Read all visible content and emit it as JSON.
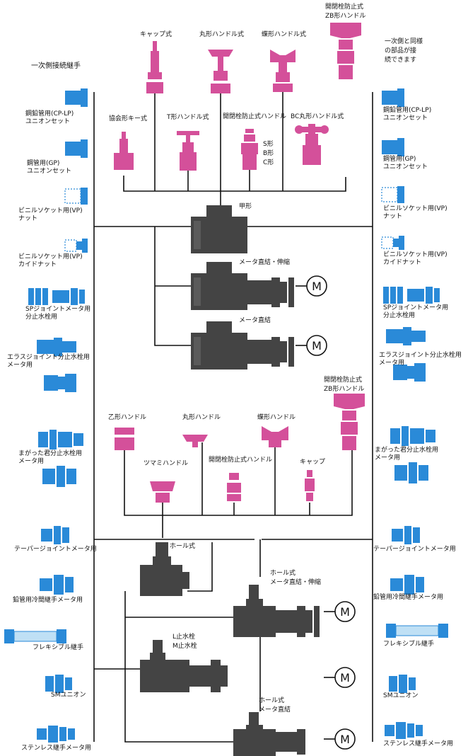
{
  "colors": {
    "blue": "#2a8ad8",
    "pink": "#d4509a",
    "gray": "#444444",
    "line": "#111111"
  },
  "header": {
    "left_title": "一次側接続継手",
    "right_note": "一次側と同様\nの部品が接\n続できます"
  },
  "left_fittings": [
    {
      "label": "鋼鉛管用(CP-LP)\nユニオンセット",
      "icon": "union-set-icon"
    },
    {
      "label": "鋼管用(GP)\nユニオンセット",
      "icon": "union-set-icon"
    },
    {
      "label": "ビニルソケット用(VP)\nナット",
      "icon": "vp-nut-icon"
    },
    {
      "label": "ビニルソケット用(VP)\nカイドナット",
      "icon": "vp-guide-nut-icon"
    },
    {
      "label": "SPジョイントメータ用\n分止水栓用",
      "icon": "sp-joint-icon"
    },
    {
      "label": "エラスジョイント分止水栓用\nメータ用",
      "icon": "elas-joint-icon"
    },
    {
      "label": "まがった君分止水栓用\nメータ用",
      "icon": "magatta-kun-icon"
    },
    {
      "label": "テーパージョイントメータ用",
      "icon": "taper-joint-icon"
    },
    {
      "label": "鉛管用冷間継手メータ用",
      "icon": "lead-pipe-joint-icon"
    },
    {
      "label": "フレキシブル継手",
      "icon": "flexible-joint-icon"
    },
    {
      "label": "SMユニオン",
      "icon": "sm-union-icon"
    },
    {
      "label": "ステンレス継手メータ用",
      "icon": "stainless-joint-icon"
    }
  ],
  "right_fittings": [
    {
      "label": "鋼鉛管用(CP-LP)\nユニオンセット",
      "icon": "union-set-icon"
    },
    {
      "label": "鋼管用(GP)\nユニオンセット",
      "icon": "union-set-icon"
    },
    {
      "label": "ビニルソケット用(VP)\nナット",
      "icon": "vp-nut-icon"
    },
    {
      "label": "ビニルソケット用(VP)\nカイドナット",
      "icon": "vp-guide-nut-icon"
    },
    {
      "label": "SPジョイントメータ用\n分止水栓用",
      "icon": "sp-joint-icon"
    },
    {
      "label": "エラスジョイント分止水栓用\nメータ用",
      "icon": "elas-joint-icon"
    },
    {
      "label": "まがった君分止水栓用\nメータ用",
      "icon": "magatta-kun-icon"
    },
    {
      "label": "テーパージョイントメータ用",
      "icon": "taper-joint-icon"
    },
    {
      "label": "鉛管用冷間継手メータ用",
      "icon": "lead-pipe-joint-icon"
    },
    {
      "label": "フレキシブル継手",
      "icon": "flexible-joint-icon"
    },
    {
      "label": "SMユニオン",
      "icon": "sm-union-icon"
    },
    {
      "label": "ステンレス継手メータ用",
      "icon": "stainless-joint-icon"
    }
  ],
  "top_handles": [
    {
      "label": "キャップ式",
      "icon": "cap-icon"
    },
    {
      "label": "丸形ハンドル式",
      "icon": "round-handle-icon"
    },
    {
      "label": "蝶形ハンドル式",
      "icon": "butterfly-handle-icon"
    },
    {
      "label": "開閉栓防止式\nZB形ハンドル",
      "icon": "zb-handle-icon"
    }
  ],
  "top_handles_row2": [
    {
      "label": "協会形キー式",
      "icon": "key-icon"
    },
    {
      "label": "T形ハンドル式",
      "icon": "t-handle-icon"
    },
    {
      "label": "開閉栓防止式ハンドル",
      "icon": "tamper-proof-handle-icon"
    },
    {
      "label": "BC丸形ハンドル式",
      "icon": "bc-round-handle-icon"
    }
  ],
  "sbc_label": "S形\nB形\nC形",
  "valves_upper": [
    {
      "label": "甲形",
      "icon": "kou-valve-icon"
    },
    {
      "label": "メータ直結・伸縮",
      "icon": "meter-direct-telescopic-valve-icon"
    },
    {
      "label": "メータ直結",
      "icon": "meter-direct-valve-icon"
    }
  ],
  "mid_handles": [
    {
      "label": "乙形ハンドル",
      "icon": "otsu-handle-icon"
    },
    {
      "label": "丸形ハンドル",
      "icon": "round-handle-icon"
    },
    {
      "label": "蝶形ハンドル",
      "icon": "butterfly-handle-icon"
    },
    {
      "label": "開閉栓防止式\nZB形ハンドル",
      "icon": "zb-handle-icon"
    }
  ],
  "mid_handles_row2": [
    {
      "label": "ツマミハンドル",
      "icon": "knob-handle-icon"
    },
    {
      "label": "開閉栓防止式ハンドル",
      "icon": "tamper-proof-handle-icon"
    },
    {
      "label": "キャップ",
      "icon": "cap-icon"
    }
  ],
  "valves_lower": [
    {
      "label": "ホール式",
      "icon": "ball-valve-icon"
    },
    {
      "label": "ホール式\nメータ直結・伸縮",
      "icon": "ball-meter-telescopic-icon"
    },
    {
      "label": "L止水栓\nM止水栓",
      "icon": "lm-stop-valve-icon"
    },
    {
      "label": "ホール式\nメータ直結",
      "icon": "ball-meter-direct-icon"
    }
  ],
  "meter_symbol": "M"
}
